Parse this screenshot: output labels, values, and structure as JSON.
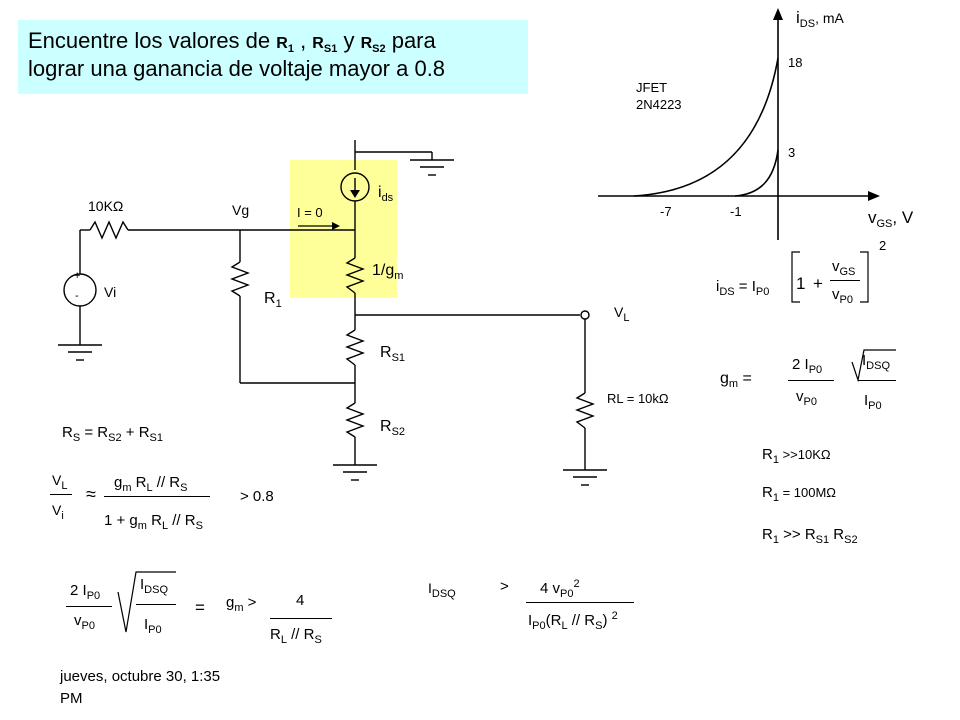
{
  "title": {
    "line1_a": "Encuentre los valores de ",
    "r1": "R",
    "r1_sub": "1",
    "sep": " , ",
    "rs1": "R",
    "rs1_sub": "S1",
    "and": " y ",
    "rs2": "R",
    "rs2_sub": "S2",
    "line1_b": " para",
    "line2": "lograr una ganancia de voltaje mayor a 0.8"
  },
  "circuit": {
    "source_resistor": "10KΩ",
    "source_label": "Vi",
    "plus": "+",
    "minus": "-",
    "gate_node": "Vg",
    "gate_current": "I = 0",
    "ids_main": "i",
    "ids_sub": "ds",
    "gm_main": "1/g",
    "gm_sub": "m",
    "r1_main": "R",
    "r1_sub": "1",
    "rs1_main": "R",
    "rs1_sub": "S1",
    "rs2_main": "R",
    "rs2_sub": "S2",
    "vl_main": "V",
    "vl_sub": "L",
    "rl_label": "RL = 10kΩ"
  },
  "graph": {
    "y_main": "i",
    "y_sub": "DS",
    "y_unit": ", mA",
    "x_main": "v",
    "x_sub": "GS",
    "x_unit": ", V",
    "device_line1": "JFET",
    "device_line2": "2N4223",
    "tick_18": "18",
    "tick_3": "3",
    "tick_m7": "-7",
    "tick_m1": "-1"
  },
  "equations": {
    "rs_sum": {
      "a": "R",
      "a_sub": "S",
      "b": " = R",
      "b_sub": "S2",
      "c": "  + R",
      "c_sub": "S1"
    },
    "gain": {
      "vl": "V",
      "vl_sub": "L",
      "vi": "V",
      "vi_sub": "i",
      "approx": "≈",
      "num_a": "g",
      "num_a_sub": "m",
      "num_b": " R",
      "num_b_sub": "L",
      "num_c": " // R",
      "num_c_sub": "S",
      "den_a": "1 + g",
      "den_a_sub": "m",
      "den_b": " R",
      "den_b_sub": "L",
      "den_c": " // R",
      "den_c_sub": "S",
      "cond": "> 0.8"
    },
    "ids_eq": {
      "lhs": "i",
      "lhs_sub": "DS",
      "eq": " = I",
      "eq_sub": "P0",
      "one": "1",
      "plus": "+",
      "num": "v",
      "num_sub": "GS",
      "den": "v",
      "den_sub": "P0",
      "exp": "2"
    },
    "gm_eq": {
      "lhs": "g",
      "lhs_sub": "m",
      "eq": " =",
      "num": "2 I",
      "num_sub": "P0",
      "den": "v",
      "den_sub": "P0",
      "rnum": "I",
      "rnum_sub": "DSQ",
      "rden": "I",
      "rden_sub": "P0"
    },
    "cond1": {
      "a": "R",
      "a_sub": "1",
      "b": " >>10KΩ"
    },
    "cond2": {
      "a": "R",
      "a_sub": "1",
      "b": " = 100MΩ"
    },
    "cond3": {
      "a": "R",
      "a_sub": "1",
      "b": " >> R",
      "b_sub": "S1",
      "c": " R",
      "c_sub": "S2"
    },
    "bottom_left": {
      "num": "2 I",
      "num_sub": "P0",
      "den": "v",
      "den_sub": "P0",
      "rnum": "I",
      "rnum_sub": "DSQ",
      "rden": "I",
      "rden_sub": "P0",
      "eq": "=",
      "gm": "g",
      "gm_sub": "m",
      "gt": " >",
      "four": "4",
      "rden2": "R",
      "rden2_sub": "L",
      "rden2_b": " // R",
      "rden2_b_sub": "S"
    },
    "bottom_right": {
      "lhs": "I",
      "lhs_sub": "DSQ",
      "gt": ">",
      "num": "4 v",
      "num_sub": "P0",
      "num_exp": "2",
      "den": "I",
      "den_sub": "P0",
      "den_b": "(R",
      "den_b_sub": "L",
      "den_c": " // R",
      "den_c_sub": "S",
      "den_d": ") ",
      "den_exp": "2"
    }
  },
  "footer": {
    "line1": "jueves, octubre 30, 1:35",
    "line2": "PM"
  }
}
